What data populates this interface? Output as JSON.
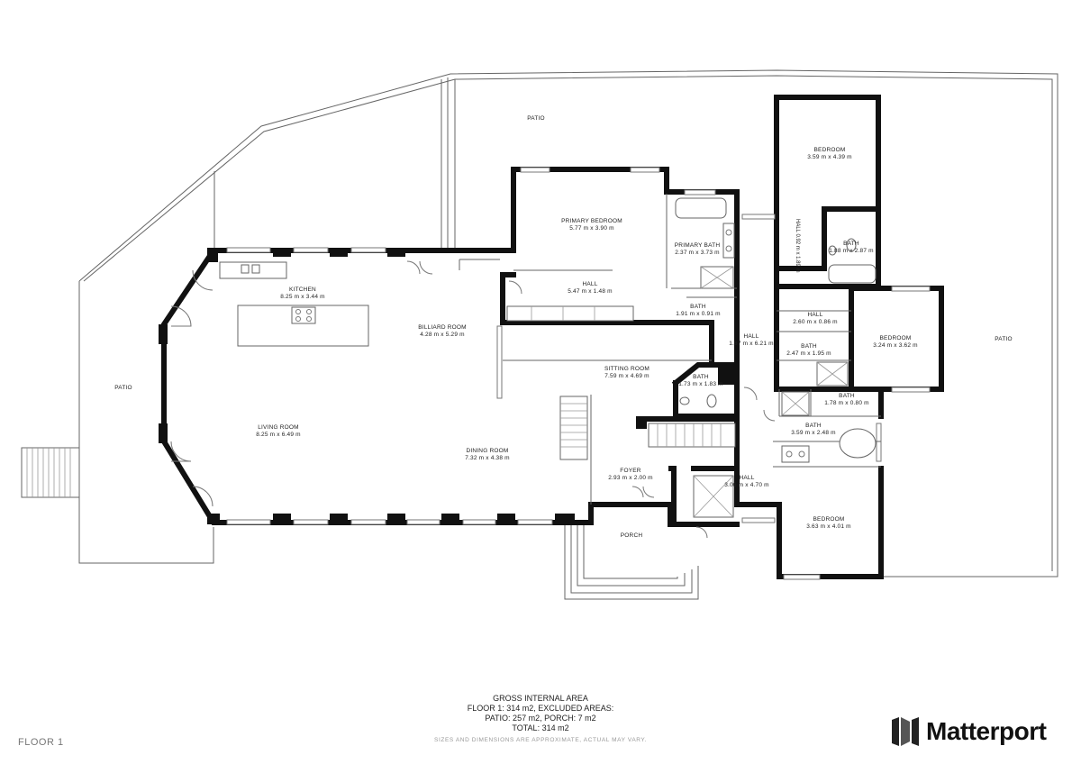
{
  "rooms": {
    "patio_top": {
      "name": "PATIO"
    },
    "patio_left": {
      "name": "PATIO"
    },
    "patio_right": {
      "name": "PATIO"
    },
    "bedroom_ne": {
      "name": "BEDROOM",
      "dims": "3.59 m x 4.39 m"
    },
    "primary_bedroom": {
      "name": "PRIMARY BEDROOM",
      "dims": "5.77 m x 3.90 m"
    },
    "primary_bath": {
      "name": "PRIMARY BATH",
      "dims": "2.37 m x 3.73 m"
    },
    "kitchen": {
      "name": "KITCHEN",
      "dims": "8.25 m x 3.44 m"
    },
    "hall_primary": {
      "name": "HALL",
      "dims": "5.47 m x 1.48 m"
    },
    "billiard_room": {
      "name": "BILLIARD ROOM",
      "dims": "4.28 m x 5.29 m"
    },
    "bath_small": {
      "name": "BATH",
      "dims": "1.91 m x 0.91 m"
    },
    "hall_vertical_text": "HALL 0.92 m x 1.89 m",
    "bath_ne": {
      "name": "BATH",
      "dims": "1.88 m x 2.87 m"
    },
    "hall_small": {
      "name": "HALL",
      "dims": "2.60 m x 0.86 m"
    },
    "bedroom_east": {
      "name": "BEDROOM",
      "dims": "3.24 m x 3.62 m"
    },
    "hall_center": {
      "name": "HALL",
      "dims": "1.87 m x 6.21 m"
    },
    "bath_mid": {
      "name": "BATH",
      "dims": "2.47 m x 1.95 m"
    },
    "sitting_room": {
      "name": "SITTING ROOM",
      "dims": "7.59 m x 4.69 m"
    },
    "bath_sitting": {
      "name": "BATH",
      "dims": "1.73 m x 1.83 m"
    },
    "bath_tiny": {
      "name": "BATH",
      "dims": "1.78 m x 0.80 m"
    },
    "living_room": {
      "name": "LIVING ROOM",
      "dims": "8.25 m x 6.49 m"
    },
    "bath_se": {
      "name": "BATH",
      "dims": "3.59 m x 2.48 m"
    },
    "dining_room": {
      "name": "DINING ROOM",
      "dims": "7.32 m x 4.38 m"
    },
    "foyer": {
      "name": "FOYER",
      "dims": "2.93 m x 2.00 m"
    },
    "hall_south": {
      "name": "HALL",
      "dims": "3.06 m x 4.70 m"
    },
    "bedroom_se": {
      "name": "BEDROOM",
      "dims": "3.63 m x 4.01 m"
    },
    "porch": {
      "name": "PORCH"
    }
  },
  "area": {
    "heading": "GROSS INTERNAL AREA",
    "line1": "FLOOR 1: 314 m2, EXCLUDED AREAS:",
    "line2": "PATIO: 257 m2, PORCH: 7 m2",
    "line3": "TOTAL: 314 m2",
    "disclaimer": "SIZES AND DIMENSIONS ARE APPROXIMATE, ACTUAL MAY VARY."
  },
  "floor_label": "FLOOR 1",
  "brand": {
    "name": "Matterport",
    "logo_icon": "matterport-logo-icon"
  }
}
